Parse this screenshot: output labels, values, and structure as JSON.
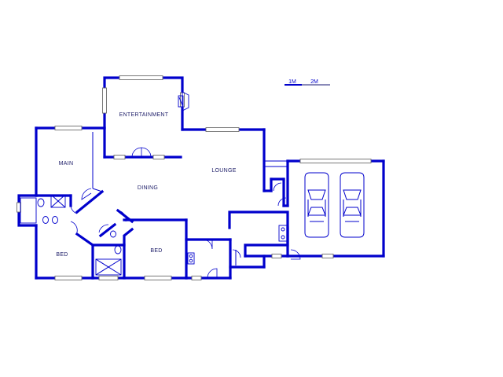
{
  "floorplan": {
    "rooms": [
      {
        "label": "ENTERTAINMENT"
      },
      {
        "label": "MAIN"
      },
      {
        "label": "DINING"
      },
      {
        "label": "LOUNGE"
      },
      {
        "label": "BED"
      },
      {
        "label": "BED"
      }
    ],
    "scale_bar": {
      "labels": [
        "1M",
        "2M"
      ]
    }
  },
  "colors": {
    "wall": "#0000cc",
    "window_frame": "#6b6b6b",
    "background": "#ffffff"
  }
}
